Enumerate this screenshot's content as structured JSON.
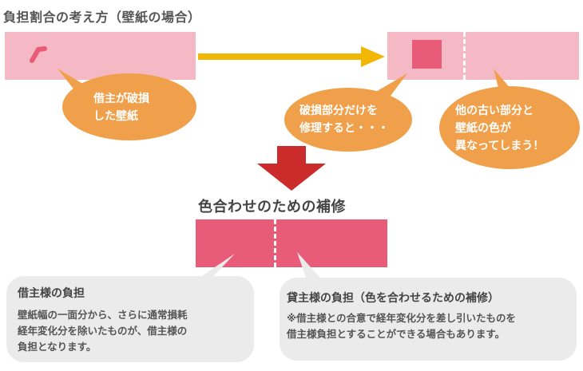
{
  "title": "負担割合の考え方（壁紙の場合）",
  "balloons": {
    "tenant_damage": [
      "借主が破損",
      "した壁紙"
    ],
    "repair_part": [
      "破損部分だけを",
      "修理すると・・・"
    ],
    "color_differs": [
      "他の古い部分と",
      "壁紙の色が",
      "異なってしまう！"
    ]
  },
  "section_title": "色合わせのための補修",
  "tenant_panel": {
    "heading": "借主様の負担",
    "body": [
      "壁紙幅の一面分から、さらに通常損耗",
      "経年変化分を除いたものが、借主様の",
      "負担となります。"
    ]
  },
  "landlord_panel": {
    "heading": "貸主様の負担（色を合わせるための補修）",
    "body": [
      "※借主様との合意で経年変化分を差し引いたものを",
      "借主様負担とすることができる場合もあります。"
    ]
  },
  "colors": {
    "light_pink": "#f5b8c5",
    "dark_pink": "#e85c7a",
    "orange": "#f0a04a",
    "arrow_yellow": "#f2b705",
    "arrow_red": "#cc2b2b",
    "panel_gray": "#ebebeb"
  }
}
